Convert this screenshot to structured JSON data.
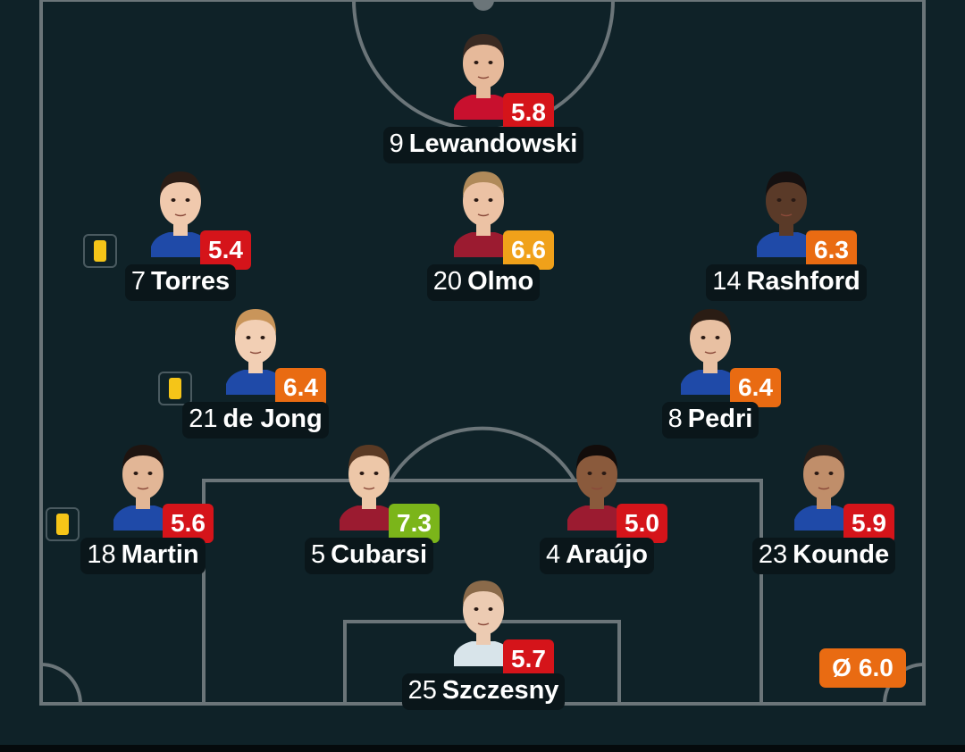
{
  "colors": {
    "background": "#0f2228",
    "pitch_lines": "#6b7579",
    "rating_red": "#d5141a",
    "rating_orange": "#e96b12",
    "rating_amber": "#f0a11a",
    "rating_green": "#7bb51a",
    "yellow_card": "#f5c518"
  },
  "players": [
    {
      "number": "9",
      "name": "Lewandowski",
      "rating": "5.8",
      "rating_color": "#d5141a",
      "yellow_card": false,
      "skin": "#e6b99a",
      "hair": "#3a2a22",
      "shirt": "#c8102e"
    },
    {
      "number": "7",
      "name": "Torres",
      "rating": "5.4",
      "rating_color": "#d5141a",
      "yellow_card": true,
      "skin": "#f0c9ad",
      "hair": "#2b1d16",
      "shirt": "#1f4aa8"
    },
    {
      "number": "20",
      "name": "Olmo",
      "rating": "6.6",
      "rating_color": "#f0a11a",
      "yellow_card": false,
      "skin": "#ecc2a4",
      "hair": "#b08a5a",
      "shirt": "#9b1b30"
    },
    {
      "number": "14",
      "name": "Rashford",
      "rating": "6.3",
      "rating_color": "#e96b12",
      "yellow_card": false,
      "skin": "#5a3a28",
      "hair": "#151010",
      "shirt": "#1f4aa8"
    },
    {
      "number": "21",
      "name": "de Jong",
      "rating": "6.4",
      "rating_color": "#e96b12",
      "yellow_card": true,
      "skin": "#f2cfb4",
      "hair": "#c9955a",
      "shirt": "#1f4aa8"
    },
    {
      "number": "8",
      "name": "Pedri",
      "rating": "6.4",
      "rating_color": "#e96b12",
      "yellow_card": false,
      "skin": "#e8c0a2",
      "hair": "#2a1c14",
      "shirt": "#1f4aa8"
    },
    {
      "number": "18",
      "name": "Martin",
      "rating": "5.6",
      "rating_color": "#d5141a",
      "yellow_card": true,
      "skin": "#e2b696",
      "hair": "#1e1410",
      "shirt": "#1f4aa8"
    },
    {
      "number": "5",
      "name": "Cubarsi",
      "rating": "7.3",
      "rating_color": "#7bb51a",
      "yellow_card": false,
      "skin": "#edc7a8",
      "hair": "#5a3a24",
      "shirt": "#9b1b30"
    },
    {
      "number": "4",
      "name": "Araújo",
      "rating": "5.0",
      "rating_color": "#d5141a",
      "yellow_card": false,
      "skin": "#8a5a3c",
      "hair": "#120c0a",
      "shirt": "#9b1b30"
    },
    {
      "number": "23",
      "name": "Kounde",
      "rating": "5.9",
      "rating_color": "#d5141a",
      "yellow_card": false,
      "skin": "#c08e6a",
      "hair": "#2a1e18",
      "shirt": "#1f4aa8"
    },
    {
      "number": "25",
      "name": "Szczesny",
      "rating": "5.7",
      "rating_color": "#d5141a",
      "yellow_card": false,
      "skin": "#eccbb2",
      "hair": "#8a6a4a",
      "shirt": "#d8e4ea"
    }
  ],
  "team_average": {
    "symbol": "Ø",
    "value": "6.0",
    "color": "#e96b12"
  }
}
